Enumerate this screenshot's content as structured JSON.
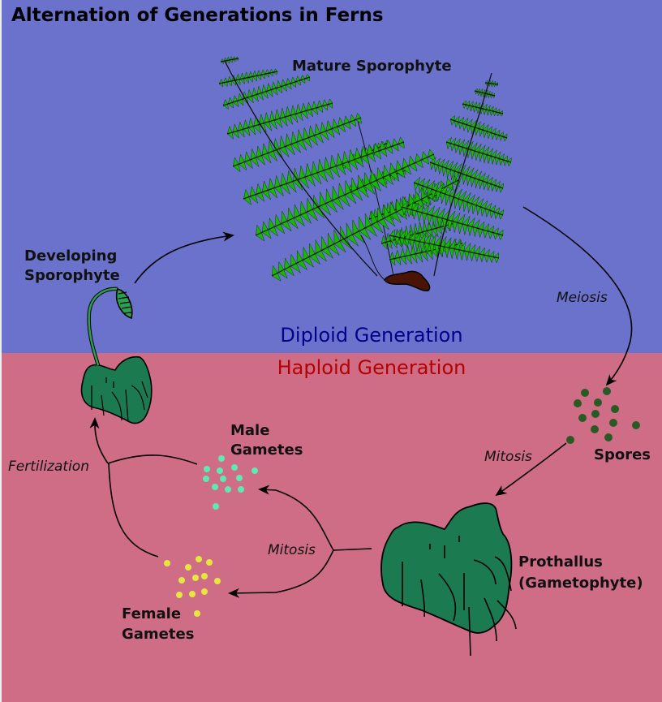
{
  "title": "Alternation of Generations in Ferns",
  "colors": {
    "diploid_bg": "#6b72cc",
    "haploid_bg": "#d06d86",
    "diploid_text": "#00008b",
    "haploid_text": "#b30000",
    "gametophyte_green": "#1b7a4f",
    "frond_green": "#19b800",
    "rhizome_brown": "#4a1405",
    "spore_color": "#295a23",
    "male_gamete_color": "#5fe8b0",
    "female_gamete_color": "#e6e640"
  },
  "regions": {
    "diploid": "Diploid Generation",
    "haploid": "Haploid Generation"
  },
  "stages": {
    "mature_sporophyte": "Mature Sporophyte",
    "developing_sporophyte_line1": "Developing",
    "developing_sporophyte_line2": "Sporophyte",
    "spores": "Spores",
    "prothallus_line1": "Prothallus",
    "prothallus_line2": "(Gametophyte)",
    "male_gametes_line1": "Male",
    "male_gametes_line2": "Gametes",
    "female_gametes_line1": "Female",
    "female_gametes_line2": "Gametes"
  },
  "processes": {
    "meiosis": "Meiosis",
    "mitosis_spores": "Mitosis",
    "mitosis_gametes": "Mitosis",
    "fertilization": "Fertilization"
  },
  "counts": {
    "spores": 12,
    "male_gametes": 12,
    "female_gametes": 12
  }
}
